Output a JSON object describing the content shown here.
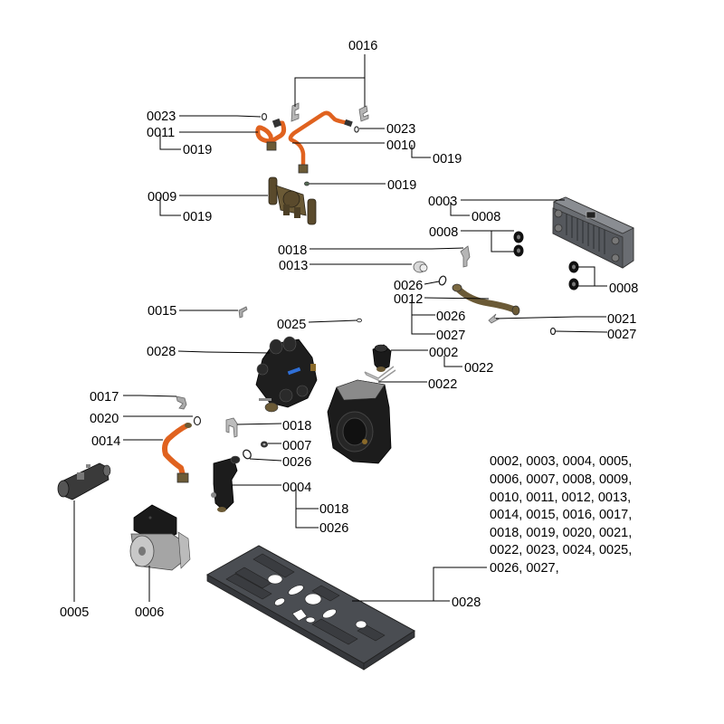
{
  "diagram": {
    "type": "exploded-parts-diagram",
    "callouts": [
      {
        "id": "c0016",
        "label": "0016"
      },
      {
        "id": "c0023a",
        "label": "0023"
      },
      {
        "id": "c0011",
        "label": "0011"
      },
      {
        "id": "c0019a",
        "label": "0019"
      },
      {
        "id": "c0023b",
        "label": "0023"
      },
      {
        "id": "c0010",
        "label": "0010"
      },
      {
        "id": "c0019b",
        "label": "0019"
      },
      {
        "id": "c0019c",
        "label": "0019"
      },
      {
        "id": "c0009",
        "label": "0009"
      },
      {
        "id": "c0019d",
        "label": "0019"
      },
      {
        "id": "c0003",
        "label": "0003"
      },
      {
        "id": "c0008a",
        "label": "0008"
      },
      {
        "id": "c0008b",
        "label": "0008"
      },
      {
        "id": "c0018a",
        "label": "0018"
      },
      {
        "id": "c0013",
        "label": "0013"
      },
      {
        "id": "c0008c",
        "label": "0008"
      },
      {
        "id": "c0026a",
        "label": "0026"
      },
      {
        "id": "c0012",
        "label": "0012"
      },
      {
        "id": "c0015",
        "label": "0015"
      },
      {
        "id": "c0026b",
        "label": "0026"
      },
      {
        "id": "c0025",
        "label": "0025"
      },
      {
        "id": "c0021",
        "label": "0021"
      },
      {
        "id": "c0027a",
        "label": "0027"
      },
      {
        "id": "c0027b",
        "label": "0027"
      },
      {
        "id": "c0028a",
        "label": "0028"
      },
      {
        "id": "c0002",
        "label": "0002"
      },
      {
        "id": "c0022a",
        "label": "0022"
      },
      {
        "id": "c0022b",
        "label": "0022"
      },
      {
        "id": "c0017",
        "label": "0017"
      },
      {
        "id": "c0020",
        "label": "0020"
      },
      {
        "id": "c0018b",
        "label": "0018"
      },
      {
        "id": "c0014",
        "label": "0014"
      },
      {
        "id": "c0007",
        "label": "0007"
      },
      {
        "id": "c0026c",
        "label": "0026"
      },
      {
        "id": "c0004",
        "label": "0004"
      },
      {
        "id": "c0018c",
        "label": "0018"
      },
      {
        "id": "c0026d",
        "label": "0026"
      },
      {
        "id": "c0005",
        "label": "0005"
      },
      {
        "id": "c0006",
        "label": "0006"
      },
      {
        "id": "c0028b",
        "label": "0028"
      }
    ],
    "parts_list": [
      "0002, 0003, 0004, 0005,",
      "0006, 0007, 0008, 0009,",
      "0010, 0011, 0012, 0013,",
      "0014, 0015, 0016, 0017,",
      "0018, 0019, 0020, 0021,",
      "0022, 0023, 0024, 0025,",
      "0026, 0027,"
    ],
    "parts": [
      {
        "id": "0003",
        "name": "plate-heat-exchanger"
      },
      {
        "id": "0005",
        "name": "sensor-valve"
      },
      {
        "id": "0006",
        "name": "circulation-pump"
      },
      {
        "id": "0009",
        "name": "brass-valve-fitting"
      },
      {
        "id": "0010",
        "name": "copper-pipe"
      },
      {
        "id": "0011",
        "name": "copper-pipe-short"
      },
      {
        "id": "0012",
        "name": "brass-pipe"
      },
      {
        "id": "0014",
        "name": "copper-pipe-s-bend"
      },
      {
        "id": "0028",
        "name": "hydraulic-block-and-mounting-plate"
      }
    ],
    "colors": {
      "copper": "#e0621f",
      "brass": "#6b5a36",
      "dark_part": "#2a2a2a",
      "metal": "#9a9a9a",
      "plate": "#4a4d52",
      "accent_blue": "#2f6fd6"
    }
  }
}
